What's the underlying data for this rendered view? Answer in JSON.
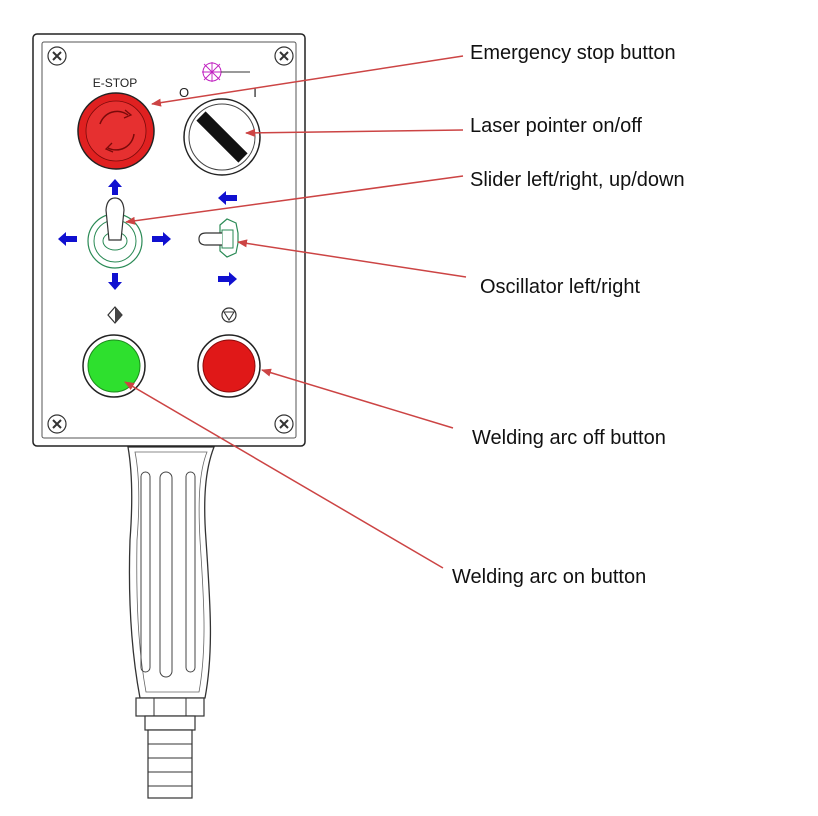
{
  "panel": {
    "estop_label": "E-STOP",
    "laser_off_mark": "O",
    "laser_on_mark": "I"
  },
  "callouts": {
    "emergency_stop": "Emergency stop button",
    "laser_pointer": "Laser pointer on/off",
    "slider": "Slider left/right, up/down",
    "oscillator": "Oscillator left/right",
    "arc_off": "Welding arc off button",
    "arc_on": "Welding arc on button"
  },
  "colors": {
    "estop_red": "#e02020",
    "arc_off_red": "#e01818",
    "arc_on_green": "#2ee02e",
    "arrow_blue": "#1010d0",
    "toggle_green": "#2a8a55",
    "leader_red": "#cc4444",
    "laser_magenta": "#c020c0"
  },
  "icons": {
    "corner_screws": "screw-icon",
    "arc_on_symbol": "start-diamond-icon",
    "arc_off_symbol": "stop-circle-icon",
    "laser_symbol": "laser-starburst-icon"
  }
}
